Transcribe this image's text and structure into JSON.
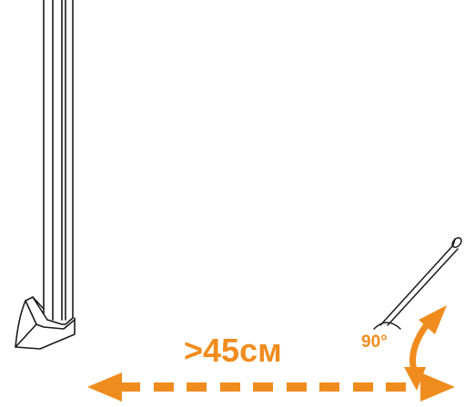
{
  "diagram": {
    "distance_label": ">45см",
    "angle_label": "90°",
    "accent_color": "#f08c1e",
    "line_color": "#1a1a1a",
    "icons": [
      "post-foot-illustration",
      "tilted-rod-illustration",
      "double-headed-distance-arrow",
      "curved-angle-arrow"
    ]
  }
}
